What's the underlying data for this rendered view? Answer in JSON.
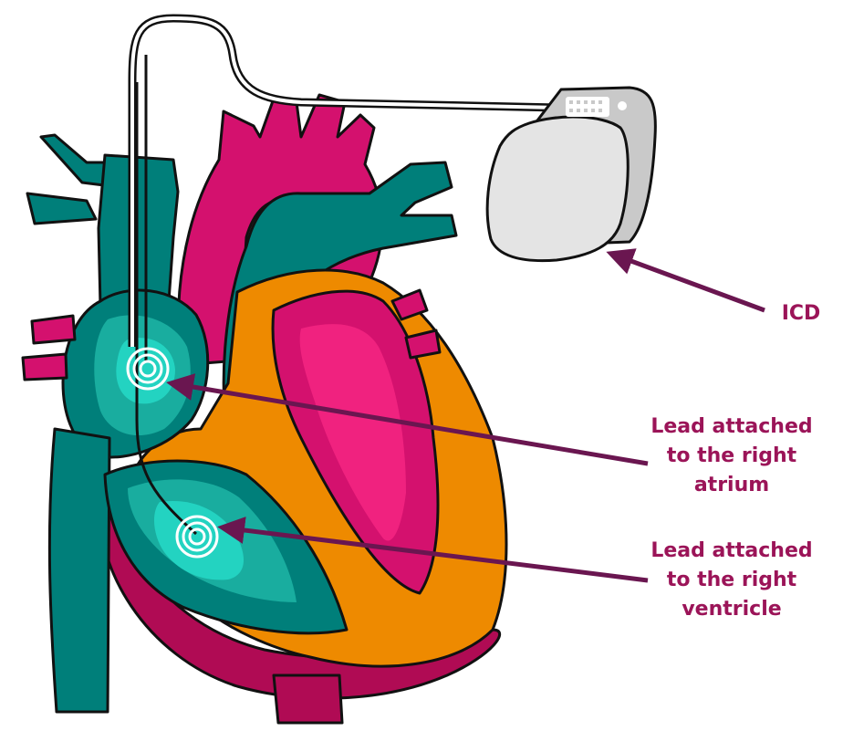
{
  "labels": {
    "icd": "ICD",
    "atrium": [
      "Lead attached",
      "to the right",
      "atrium"
    ],
    "ventricle": [
      "Lead attached",
      "to the right",
      "ventricle"
    ]
  },
  "colors": {
    "teal_dark": "#007f7a",
    "teal_mid": "#19ad9f",
    "teal_light": "#23d3c1",
    "pink": "#d4116e",
    "pink_light": "#f0227f",
    "orange": "#ee8a00",
    "crimson": "#b00b54",
    "label": "#9b1458",
    "arrow": "#6a1650",
    "device_fill": "#e4e4e4",
    "device_back": "#c9c9c9",
    "outline": "#111111"
  }
}
